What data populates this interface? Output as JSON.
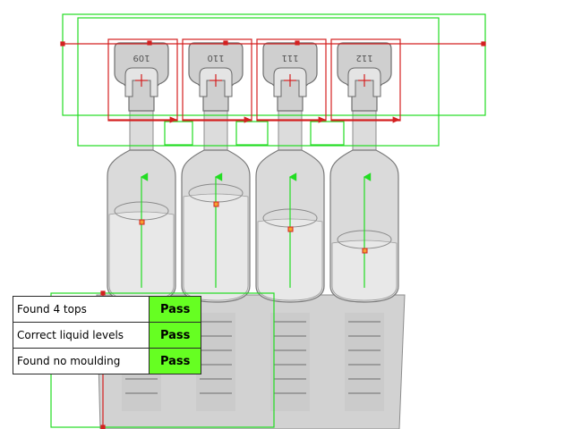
{
  "colors": {
    "pass": "#66ff22",
    "roi_green": "#22dd22",
    "roi_red": "#d42020",
    "ampoule_body": "#d2d2d2",
    "ampoule_edge": "#8c8c8c",
    "background": "#ffffff"
  },
  "ampoules": [
    {
      "cap_text": "109",
      "liquid_level": 0.42,
      "result": "pass"
    },
    {
      "cap_text": "110",
      "liquid_level": 0.37,
      "result": "pass"
    },
    {
      "cap_text": "111",
      "liquid_level": 0.44,
      "result": "pass"
    },
    {
      "cap_text": "112",
      "liquid_level": 0.5,
      "result": "pass"
    }
  ],
  "results": [
    {
      "label": "Found 4 tops",
      "status": "Pass"
    },
    {
      "label": "Correct liquid levels",
      "status": "Pass"
    },
    {
      "label": "Found no moulding",
      "status": "Pass"
    }
  ]
}
